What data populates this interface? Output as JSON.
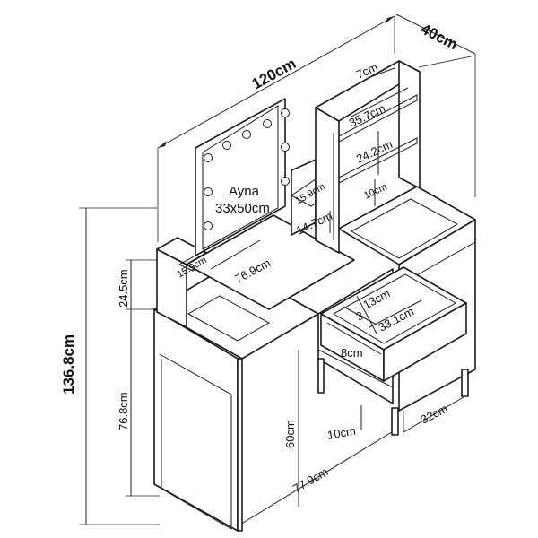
{
  "dimensions": {
    "width": "120cm",
    "depth": "40cm",
    "total_height": "136.8cm",
    "table_height": "76.8cm",
    "upper_height": "24.5cm",
    "leg_height": "60cm",
    "inner_width": "77.9cm",
    "shelf_top": "7cm",
    "shelf_width": "35.7cm",
    "shelf_height": "24.2cm",
    "shelf_bottom": "10cm",
    "side_shelf_right": "15.9cm",
    "side_shelf_left": "15.9cm",
    "mirror_gap": "14.7cm",
    "top_width": "76.9cm",
    "drawer_inner_height": "13cm",
    "drawer_inner_small": "3",
    "drawer_inner_width": "33.1cm",
    "drawer_height": "8cm",
    "foot_height": "10cm",
    "drawer_depth": "32cm"
  },
  "mirror": {
    "label": "Ayna",
    "size": "33x50cm"
  }
}
